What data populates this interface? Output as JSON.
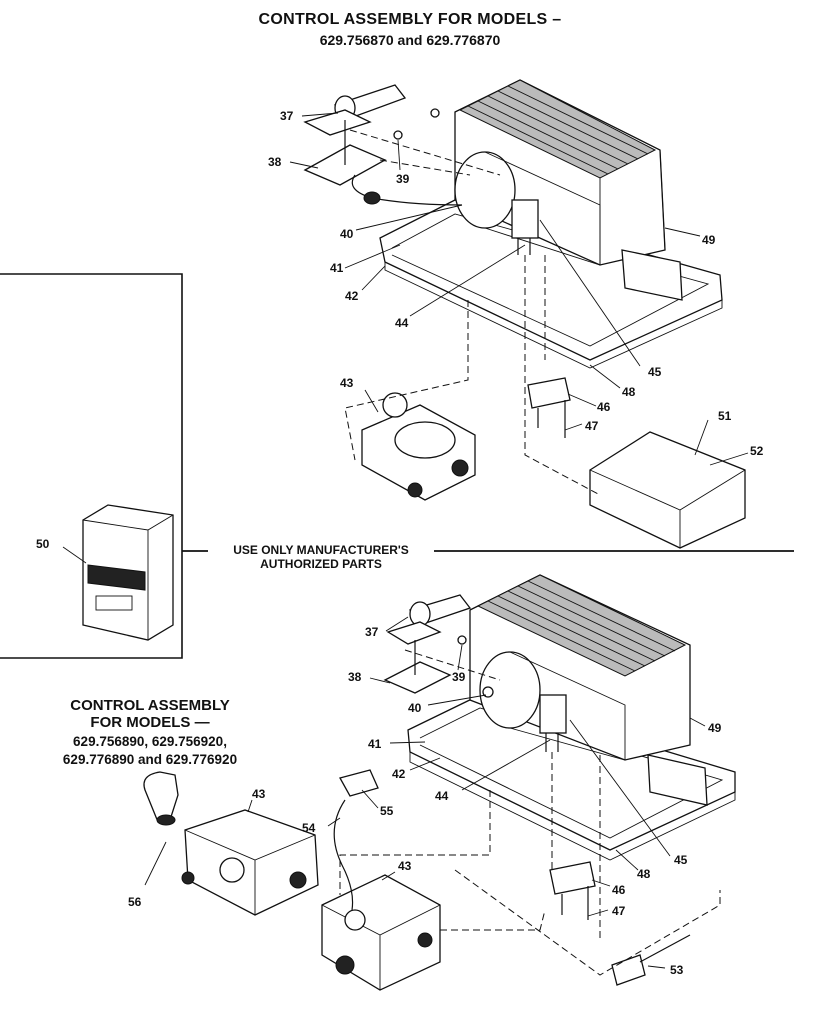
{
  "header": {
    "title": "CONTROL ASSEMBLY FOR MODELS –",
    "models": "629.756870 and 629.776870"
  },
  "notice": {
    "line1": "USE ONLY MANUFACTURER'S",
    "line2": "AUTHORIZED PARTS"
  },
  "lower_assembly": {
    "line1": "CONTROL ASSEMBLY",
    "line2": "FOR MODELS —",
    "line3": "629.756890, 629.756920,",
    "line4": "629.776890 and 629.776920"
  },
  "callouts_upper": [
    "37",
    "38",
    "39",
    "40",
    "41",
    "42",
    "43",
    "44",
    "45",
    "46",
    "47",
    "48",
    "49",
    "51",
    "52"
  ],
  "callouts_inset": [
    "50"
  ],
  "callouts_lower": [
    "37",
    "38",
    "39",
    "40",
    "41",
    "42",
    "43",
    "43",
    "44",
    "45",
    "46",
    "47",
    "48",
    "49",
    "53",
    "54",
    "55",
    "56"
  ]
}
